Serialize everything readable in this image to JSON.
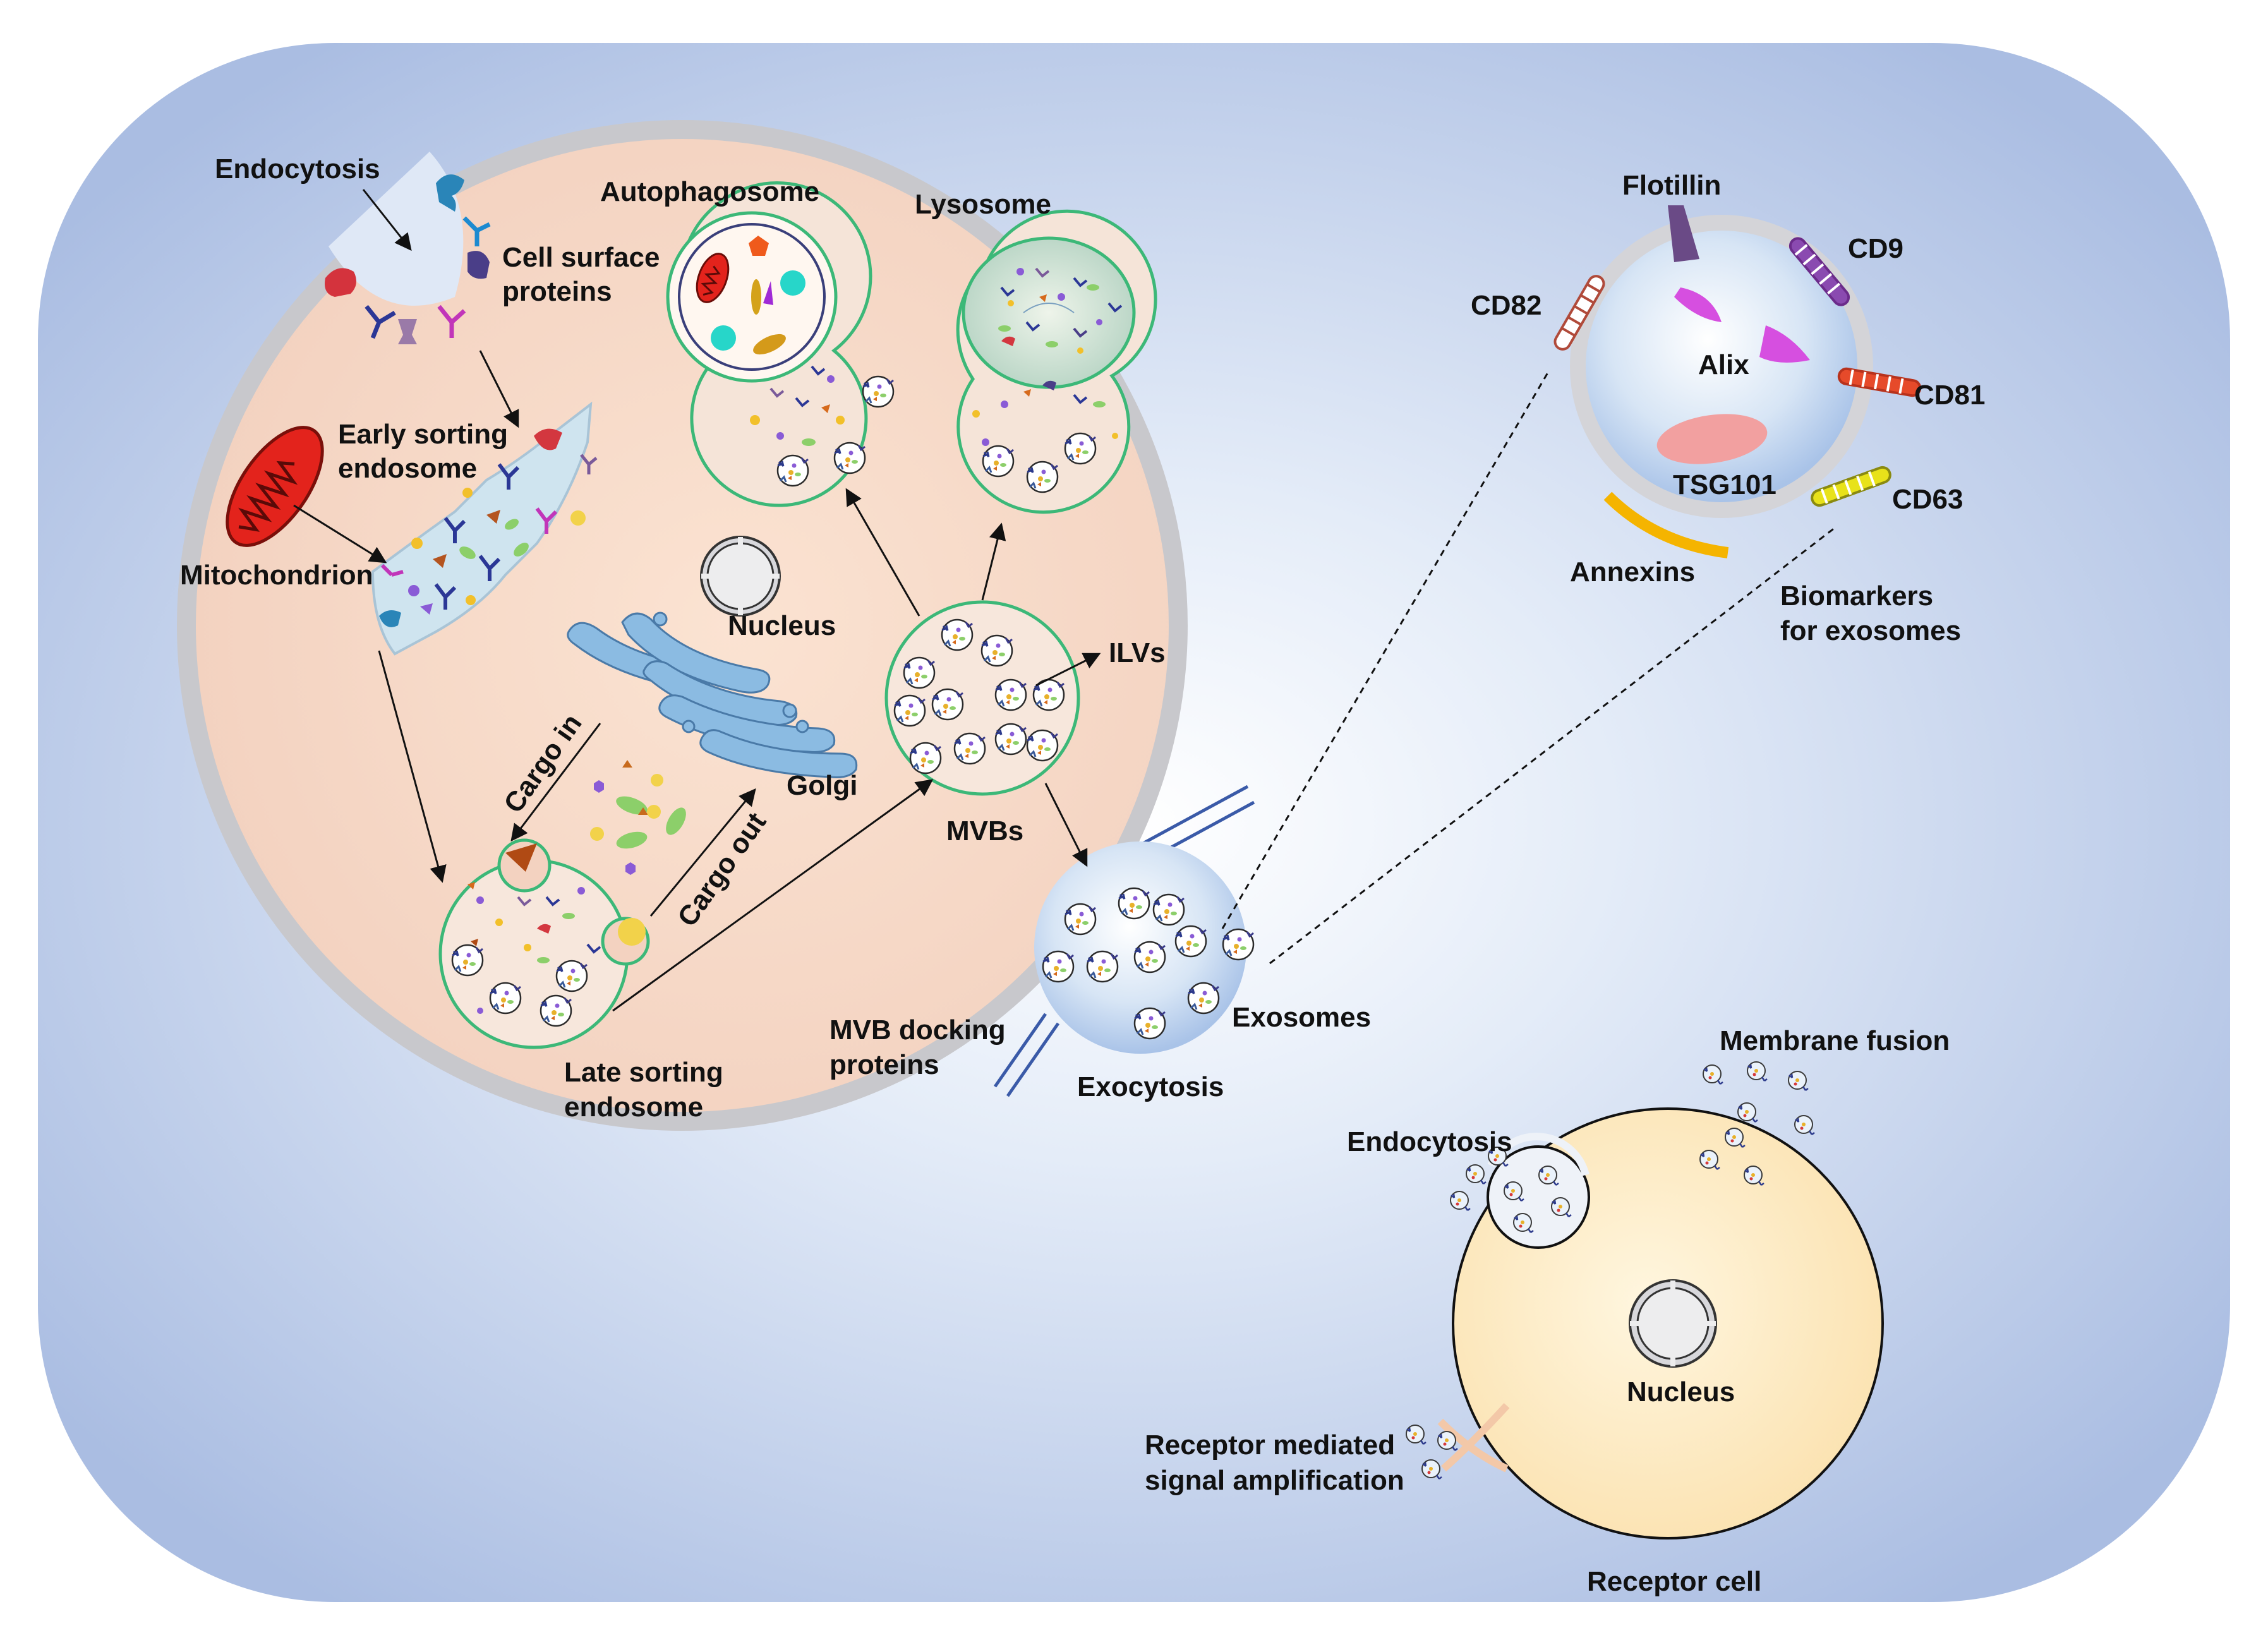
{
  "labels": {
    "endocytosis_top": "Endocytosis",
    "cell_surface_1": "Cell surface",
    "cell_surface_2": "proteins",
    "early_sorting_1": "Early sorting",
    "early_sorting_2": "endosome",
    "mitochondrion": "Mitochondrion",
    "autophagosome": "Autophagosome",
    "lysosome": "Lysosome",
    "nucleus_main": "Nucleus",
    "ilvs": "ILVs",
    "golgi": "Golgi",
    "cargo_in": "Cargo in",
    "cargo_out": "Cargo out",
    "mvbs": "MVBs",
    "late_sorting_1": "Late sorting",
    "late_sorting_2": "endosome",
    "mvb_docking_1": "MVB docking",
    "mvb_docking_2": "proteins",
    "exocytosis": "Exocytosis",
    "exosomes": "Exosomes",
    "flotillin": "Flotillin",
    "cd9": "CD9",
    "cd82": "CD82",
    "cd81": "CD81",
    "cd63": "CD63",
    "alix": "Alix",
    "tsg101": "TSG101",
    "annexins": "Annexins",
    "biomarkers_1": "Biomarkers",
    "biomarkers_2": "for exosomes",
    "membrane_fusion": "Membrane fusion",
    "endocytosis_receptor": "Endocytosis",
    "nucleus_receptor": "Nucleus",
    "receptor_mediated_1": "Receptor mediated",
    "receptor_mediated_2": "signal amplification",
    "receptor_cell": "Receptor cell"
  },
  "colors": {
    "panel_edge": "#aebfe2",
    "panel_center": "#f2f6fc",
    "cell_fill": "#f7d8c4",
    "cell_border": "#c9c9cc",
    "vesicle_border": "#3cb878",
    "golgi": "#7fb0dc",
    "mitochondrion": "#e3231c",
    "exosome_fill": "#c4daf2",
    "receptor_cell_fill": "#fce9bf",
    "annexin": "#f5b400",
    "cd63": "#e8e21a",
    "cd81": "#e64a2a",
    "cd9": "#6b2b8a",
    "cd82": "#b04a3a",
    "alix": "#d64fe0",
    "tsg101": "#f2a0a0",
    "flotillin": "#6a4a86"
  },
  "icons": [
    "mitochondrion-icon",
    "golgi-icon",
    "nucleus-icon",
    "receptor-protein-icon",
    "ilv-icon"
  ]
}
